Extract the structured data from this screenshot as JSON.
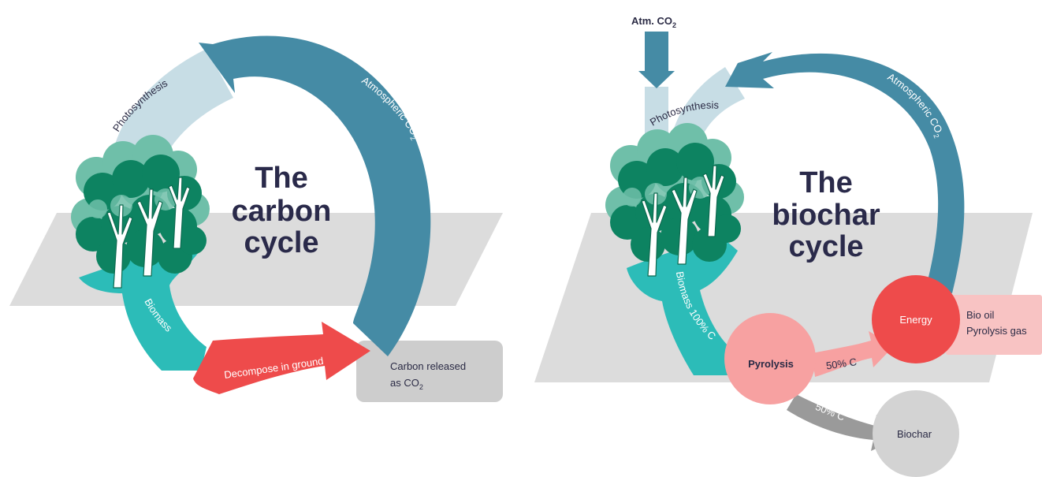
{
  "left": {
    "title_line1": "The",
    "title_line2": "carbon",
    "title_line3": "cycle",
    "photosynthesis": "Photosynthesis",
    "atmospheric_co2": "Atmospheric CO",
    "co2_subscript": "2",
    "biomass": "Biomass",
    "decompose": "Decompose in ground",
    "carbon_released_line1": "Carbon released",
    "carbon_released_line2": "as CO",
    "carbon_released_subscript": "2"
  },
  "right": {
    "atm_co2": "Atm. CO",
    "atm_co2_subscript": "2",
    "title_line1": "The",
    "title_line2": "biochar",
    "title_line3": "cycle",
    "photosynthesis": "Photosynthesis",
    "atmospheric_co2": "Atmospheric CO",
    "co2_subscript": "2",
    "biomass": "Biomass 100% C",
    "pyrolysis": "Pyrolysis",
    "energy": "Energy",
    "bio_oil": "Bio oil",
    "pyrolysis_gas": "Pyrolysis gas",
    "to_energy": "50% C",
    "to_biochar": "50% C",
    "biochar": "Biochar"
  },
  "colors": {
    "atmosphere_arrow": "#458ba5",
    "photosynthesis_arrow": "#c7dde5",
    "biomass_arrow": "#2cbcb8",
    "decompose_arrow": "#ee4b4b",
    "ground_plane": "#dcdcdc",
    "tree_dark": "#0d8361",
    "tree_light": "#6fbfa9",
    "energy_circle": "#ee4b4b",
    "pyrolysis_circle": "#f7a1a1",
    "biochar_circle": "#d3d3d3",
    "biochar_arrow": "#9a9a9a",
    "bio_oil_box": "#f8c3c3",
    "carbon_box": "#cdcdcd",
    "title": "#2a2a4a"
  }
}
